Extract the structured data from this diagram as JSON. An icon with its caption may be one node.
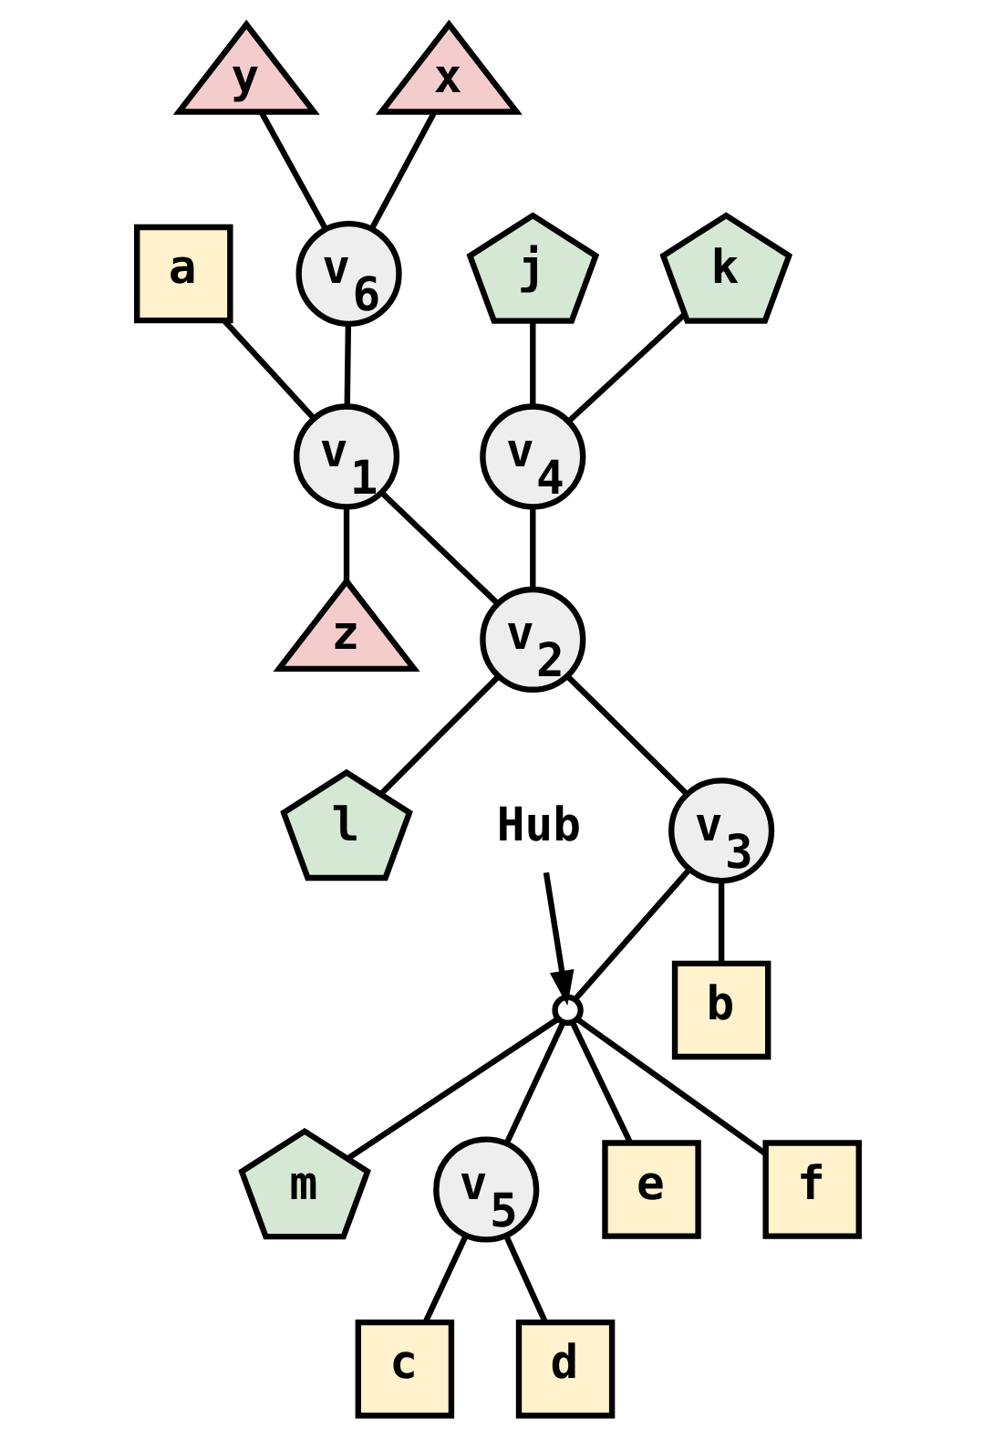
{
  "diagram": {
    "nodes": [
      {
        "text": [
          "a"
        ]
      },
      {
        "text": [
          "y"
        ]
      },
      {
        "text": [
          "v$_{6}$"
        ]
      },
      {
        "text": [
          "v$_{1}$"
        ]
      },
      {
        "text": [
          "z"
        ]
      },
      {
        "text": [
          "x"
        ]
      },
      {
        "text": [
          "j"
        ]
      },
      {
        "text": [
          "v$_{4}$"
        ]
      },
      {
        "text": [
          "v$_{2}$"
        ]
      },
      {
        "text": [
          "l"
        ]
      },
      {
        "text": [
          "k"
        ]
      },
      {
        "text": [
          "v$_{3}$"
        ]
      },
      {
        "text": [
          "Hub"
        ]
      },
      {
        "text": [
          "m"
        ]
      },
      {
        "text": [],
        "shape": "circle"
      },
      {
        "text": [
          "b"
        ]
      },
      {
        "text": [
          "v$_{5}$"
        ]
      },
      {
        "text": [
          "e"
        ]
      },
      {
        "text": [
          "f"
        ]
      },
      {
        "text": [
          "c"
        ]
      },
      {
        "text": [
          "d"
        ]
      }
    ],
    "edges": [
      {
        "from": 0,
        "to": 3,
        "arrow": "none"
      },
      {
        "from": 1,
        "to": 2,
        "arrow": "none"
      },
      {
        "from": 5,
        "to": 2,
        "arrow": "none"
      },
      {
        "from": 2,
        "to": 3,
        "arrow": "none"
      },
      {
        "from": 3,
        "to": 4,
        "arrow": "none"
      },
      {
        "from": 3,
        "to": 8,
        "arrow": "none"
      },
      {
        "from": 6,
        "to": 7,
        "arrow": "none"
      },
      {
        "from": 10,
        "to": 7,
        "arrow": "none"
      },
      {
        "from": 7,
        "to": 8,
        "arrow": "none"
      },
      {
        "from": 8,
        "to": 9,
        "arrow": "none"
      },
      {
        "from": 8,
        "to": 11,
        "arrow": "none"
      },
      {
        "from": 11,
        "to": 15,
        "arrow": "none"
      },
      {
        "from": 11,
        "to": 14,
        "arrow": "none"
      },
      {
        "from": 14,
        "to": 13,
        "arrow": "none"
      },
      {
        "from": 14,
        "to": 16,
        "arrow": "none"
      },
      {
        "from": 14,
        "to": 17,
        "arrow": "none"
      },
      {
        "from": 14,
        "to": 18,
        "arrow": "none"
      },
      {
        "from": 16,
        "to": 19,
        "arrow": "none"
      },
      {
        "from": 16,
        "to": 20,
        "arrow": "none"
      },
      {
        "from": 12,
        "to": 14,
        "arrow": "to"
      }
    ]
  }
}
